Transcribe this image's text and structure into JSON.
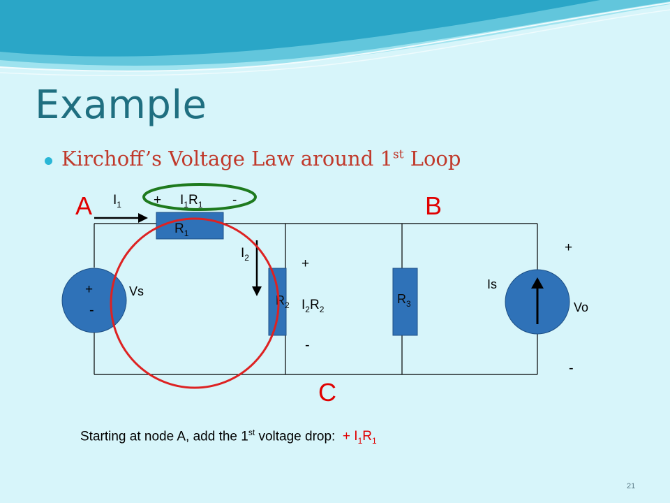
{
  "slide": {
    "title": "Example",
    "bullet": {
      "text": "Kirchoff’s Voltage Law around 1",
      "sup": "st",
      "tail": " Loop"
    },
    "caption": {
      "prefix": "Starting at node A, add the 1",
      "sup": "st",
      "middle": " voltage drop:  ",
      "red_plus": "+ I",
      "sub1": "1",
      "R": "R",
      "sub2": "1"
    },
    "slide_number": "21"
  },
  "circuit": {
    "nodes": {
      "a": "A",
      "b": "B",
      "c": "C"
    },
    "top_labels": {
      "current_symbol": "I",
      "current_sub": "1",
      "plus": "+",
      "drop_i": "I",
      "drop_i_sub": "1",
      "drop_r": "R",
      "drop_r_sub": "1",
      "minus": "-"
    },
    "r1": {
      "symbol": "R",
      "sub": "1"
    },
    "r2": {
      "symbol": "R",
      "sub": "2"
    },
    "r3": {
      "symbol": "R",
      "sub": "3"
    },
    "i2": {
      "symbol": "I",
      "sub": "2"
    },
    "r2_drop": {
      "plus": "+",
      "i": "I",
      "i_sub": "2",
      "r": "R",
      "r_sub": "2",
      "minus": "-"
    },
    "vs": {
      "label": "Vs",
      "plus": "+",
      "minus": "-"
    },
    "is": {
      "label": "Is"
    },
    "vo": {
      "label": "Vo",
      "plus": "+",
      "minus": "-"
    }
  },
  "colors": {
    "wire": "#000000",
    "component": "#2f72b8",
    "node_label": "#e00000",
    "red_loop": "#dd2222",
    "green_loop": "#1e7a1e",
    "title": "#1f6f80",
    "bullet_text": "#c0392b"
  }
}
